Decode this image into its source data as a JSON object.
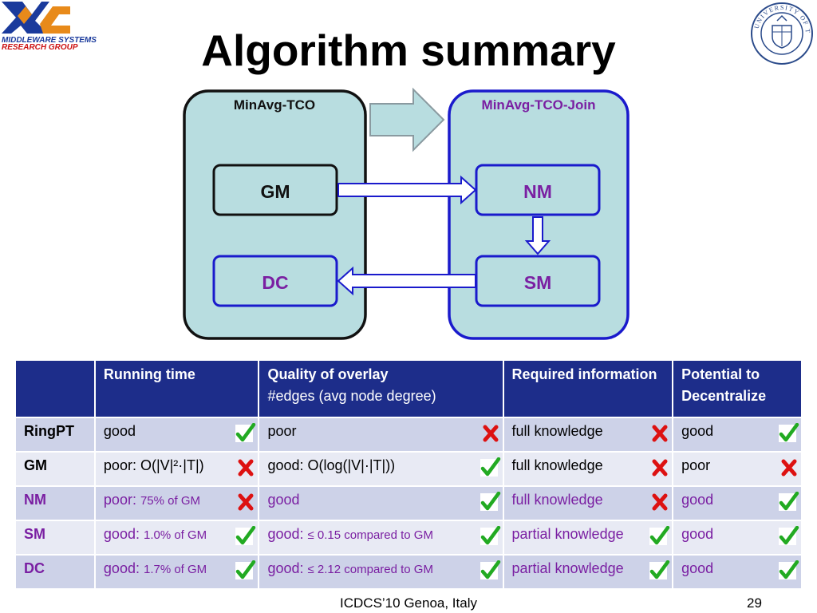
{
  "header": {
    "logo_line1": "MIDDLEWARE SYSTEMS",
    "logo_line2": "RESEARCH GROUP",
    "title": "Algorithm summary",
    "seal_text": "UNIVERSITY OF TORONTO"
  },
  "diagram": {
    "left_group": "MinAvg-TCO",
    "right_group": "MinAvg-TCO-Join",
    "boxes": {
      "gm": "GM",
      "dc": "DC",
      "nm": "NM",
      "sm": "SM"
    }
  },
  "table": {
    "headers": {
      "col1": "Running time",
      "col2_line1": "Quality of overlay",
      "col2_line2": "#edges (avg node degree)",
      "col3": "Required information",
      "col4": "Potential to Decentralize"
    },
    "rows": [
      {
        "name": "RingPT",
        "rt_main": "good",
        "rt_note": "",
        "q_main": "poor",
        "q_note": "",
        "info": "full knowledge",
        "dec": "good",
        "marks": [
          "check",
          "cross",
          "cross",
          "check"
        ]
      },
      {
        "name": "GM",
        "rt_main": "poor: O(|V|²·|T|)",
        "rt_note": "",
        "q_main": "good: O(log(|V|·|T|))",
        "q_note": "",
        "info": "full knowledge",
        "dec": "poor",
        "marks": [
          "cross",
          "check",
          "cross",
          "cross"
        ]
      },
      {
        "name": "NM",
        "rt_main": "poor:",
        "rt_note": "75% of GM",
        "q_main": "good",
        "q_note": "",
        "info": "full knowledge",
        "dec": "good",
        "marks": [
          "cross",
          "check",
          "cross",
          "check"
        ]
      },
      {
        "name": "SM",
        "rt_main": "good:",
        "rt_note": "1.0% of GM",
        "q_main": "good:",
        "q_note": "≤ 0.15 compared to GM",
        "info": "partial knowledge",
        "dec": "good",
        "marks": [
          "check",
          "check",
          "check",
          "check"
        ]
      },
      {
        "name": "DC",
        "rt_main": "good:",
        "rt_note": "1.7% of GM",
        "q_main": "good:",
        "q_note": "≤ 2.12 compared to GM",
        "info": "partial knowledge",
        "dec": "good",
        "marks": [
          "check",
          "check",
          "check",
          "check"
        ]
      }
    ]
  },
  "footer": {
    "venue": "ICDCS’10 Genoa, Italy",
    "page": "29"
  },
  "colors": {
    "accent_purple": "#7a1fa2",
    "header_navy": "#1d2d8a",
    "check_green": "#22aa22",
    "cross_red": "#dd1111",
    "diagram_fill": "#b8dde0",
    "right_border": "#1a1acc"
  }
}
